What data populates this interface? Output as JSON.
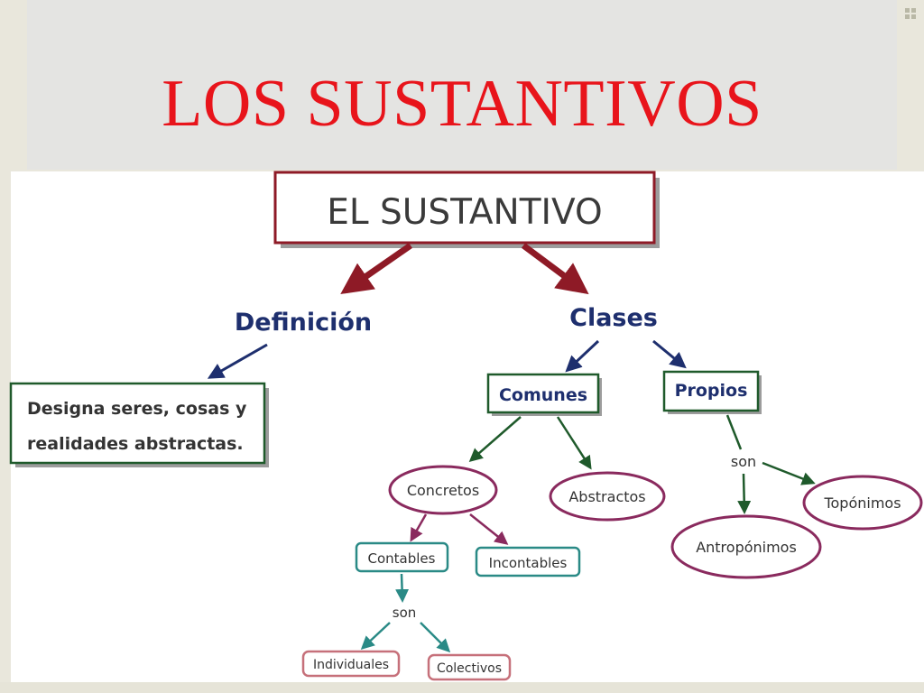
{
  "slide": {
    "title": "LOS  SUSTANTIVOS"
  },
  "icon": {
    "name": "diamond-bullet-icon"
  },
  "colors": {
    "title": "#e8141b",
    "maroon": "#8e1a26",
    "navy": "#1e2f6e",
    "green": "#1f5a2b",
    "purple": "#8a2a5e",
    "teal": "#2a8a86"
  },
  "diagram": {
    "root": "EL SUSTANTIVO",
    "definicion": "Definición",
    "clases": "Clases",
    "definition_text": [
      "Designa seres, cosas y",
      "realidades abstractas."
    ],
    "comunes": "Comunes",
    "propios": "Propios",
    "son_propios": "son",
    "concretos": "Concretos",
    "abstractos": "Abstractos",
    "toponimos": "Topónimos",
    "antroponimos": "Antropónimos",
    "contables": "Contables",
    "incontables": "Incontables",
    "son_contables": "son",
    "individuales": "Individuales",
    "colectivos": "Colectivos"
  }
}
